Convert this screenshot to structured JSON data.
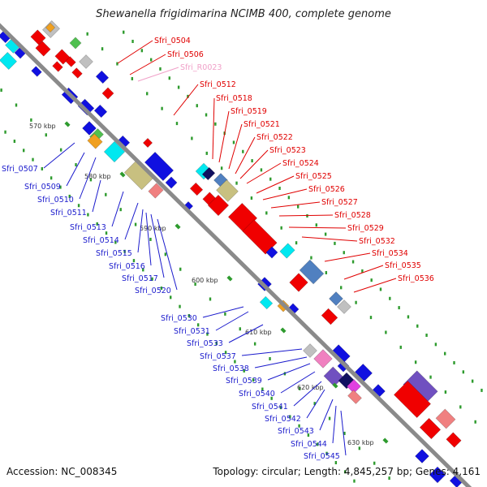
{
  "title": "Shewanella frigidimarina NCIMB 400, complete genome",
  "footer": {
    "accession": "Accession: NC_008345",
    "topology": "Topology: circular; Length: 4,845,257 bp; Genes: 4,161"
  },
  "colors": {
    "backbone": "#8a8a8a",
    "tick": "#2e9b2e",
    "forward_label": "#e00000",
    "reverse_label": "#1a1acc",
    "rna_label": "#f0a0c8"
  },
  "scale_labels": [
    "570 kbp",
    "580 kbp",
    "590 kbp",
    "600 kbp",
    "610 kbp",
    "620 kbp",
    "630 kbp"
  ],
  "forward_genes": [
    "Sfri_0504",
    "Sfri_0506",
    "Sfri_R0023",
    "Sfri_0512",
    "Sfri_0518",
    "Sfri_0519",
    "Sfri_0521",
    "Sfri_0522",
    "Sfri_0523",
    "Sfri_0524",
    "Sfri_0525",
    "Sfri_0526",
    "Sfri_0527",
    "Sfri_0528",
    "Sfri_0529",
    "Sfri_0532",
    "Sfri_0534",
    "Sfri_0535",
    "Sfri_0536"
  ],
  "reverse_genes": [
    "Sfri_0507",
    "Sfri_0509",
    "Sfri_0510",
    "Sfri_0511",
    "Sfri_0513",
    "Sfri_0514",
    "Sfri_0515",
    "Sfri_0516",
    "Sfri_0517",
    "Sfri_0520",
    "Sfri_0530",
    "Sfri_0531",
    "Sfri_0533",
    "Sfri_0537",
    "Sfri_0538",
    "Sfri_0539",
    "Sfri_0540",
    "Sfri_0541",
    "Sfri_0542",
    "Sfri_0543",
    "Sfri_0544",
    "Sfri_0545"
  ]
}
